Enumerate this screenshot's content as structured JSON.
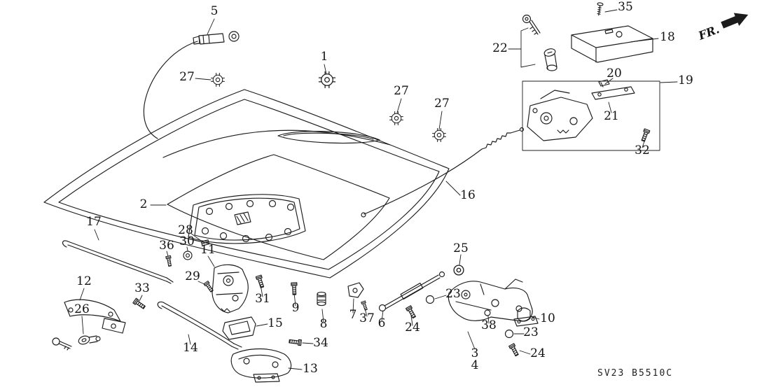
{
  "diagram": {
    "code": "SV23 B5510C",
    "fr_label": "FR.",
    "line_color": "#1c1c1c",
    "background_color": "#ffffff",
    "description": "Exploded parts diagram of a trunk lid with numbered callouts"
  },
  "parts": {
    "1": "1",
    "2": "2",
    "3": "3",
    "4": "4",
    "5": "5",
    "6": "6",
    "7": "7",
    "8": "8",
    "9": "9",
    "10": "10",
    "11": "11",
    "12": "12",
    "13": "13",
    "14": "14",
    "15": "15",
    "16": "16",
    "17": "17",
    "18": "18",
    "19": "19",
    "20": "20",
    "21": "21",
    "22": "22",
    "23": "23",
    "24": "24",
    "25": "25",
    "26": "26",
    "27": "27",
    "28": "28",
    "29": "29",
    "30": "30",
    "31": "31",
    "32": "32",
    "33": "33",
    "34": "34",
    "35": "35",
    "36": "36",
    "37": "37",
    "38": "38"
  }
}
